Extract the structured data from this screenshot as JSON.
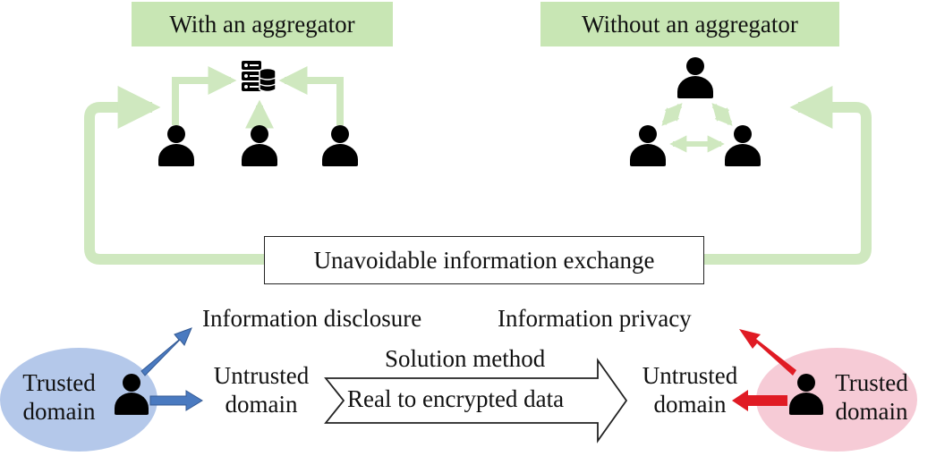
{
  "title_with": "With an aggregator",
  "title_without": "Without an aggregator",
  "exchange_label": "Unavoidable information exchange",
  "left_ellipse_label": "Trusted domain",
  "right_ellipse_label": "Trusted domain",
  "info_disclosure": "Information disclosure",
  "info_privacy": "Information privacy",
  "untrusted_left": "Untrusted domain",
  "untrusted_right": "Untrusted domain",
  "solution_method": "Solution method",
  "arrow_text": "Real to encrypted data",
  "colors": {
    "green_fill": "#c8e6b4",
    "green_line": "#cfe8bf",
    "blue_ellipse": "#b4c8ea",
    "pink_ellipse": "#f6cbd6",
    "blue_arrow": "#4a7ac0",
    "red_arrow": "#e01b24"
  }
}
